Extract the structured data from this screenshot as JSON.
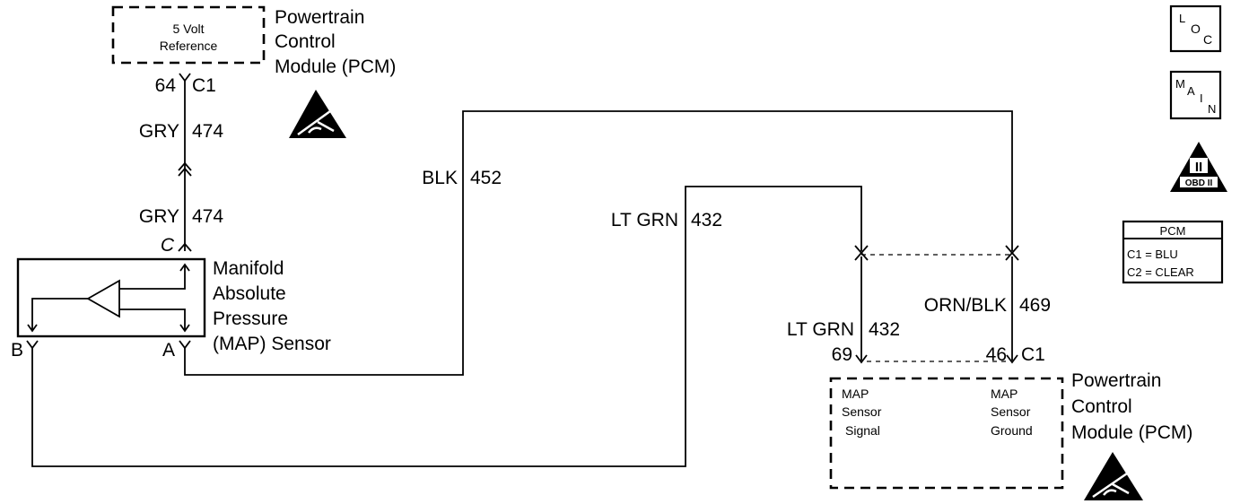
{
  "pcm_top": {
    "box_line1": "5 Volt",
    "box_line2": "Reference",
    "title_line1": "Powertrain",
    "title_line2": "Control",
    "title_line3": "Module (PCM)",
    "pin": "64",
    "connector": "C1"
  },
  "wires": {
    "gry_upper_color": "GRY",
    "gry_upper_circuit": "474",
    "gry_lower_color": "GRY",
    "gry_lower_circuit": "474",
    "blk_color": "BLK",
    "blk_circuit": "452",
    "ltgrn_upper_color": "LT GRN",
    "ltgrn_upper_circuit": "432",
    "ltgrn_lower_color": "LT GRN",
    "ltgrn_lower_circuit": "432",
    "orn_color": "ORN/BLK",
    "orn_circuit": "469"
  },
  "map_sensor": {
    "terminal_c": "C",
    "terminal_a": "A",
    "terminal_b": "B",
    "label_line1": "Manifold",
    "label_line2": "Absolute",
    "label_line3": "Pressure",
    "label_line4": "(MAP) Sensor"
  },
  "pcm_bottom": {
    "pin_signal": "69",
    "pin_ground": "46",
    "connector": "C1",
    "signal_line1": "MAP",
    "signal_line2": "Sensor",
    "signal_line3": "Signal",
    "ground_line1": "MAP",
    "ground_line2": "Sensor",
    "ground_line3": "Ground",
    "title_line1": "Powertrain",
    "title_line2": "Control",
    "title_line3": "Module (PCM)"
  },
  "legend": {
    "loc_l": "L",
    "loc_o": "O",
    "loc_c": "C",
    "main_m": "M",
    "main_a": "A",
    "main_i": "I",
    "main_n": "N",
    "obd_numeral": "II",
    "obd_text": "OBD II",
    "pcm_title": "PCM",
    "pcm_row1": "C1 = BLU",
    "pcm_row2": "C2 = CLEAR"
  }
}
